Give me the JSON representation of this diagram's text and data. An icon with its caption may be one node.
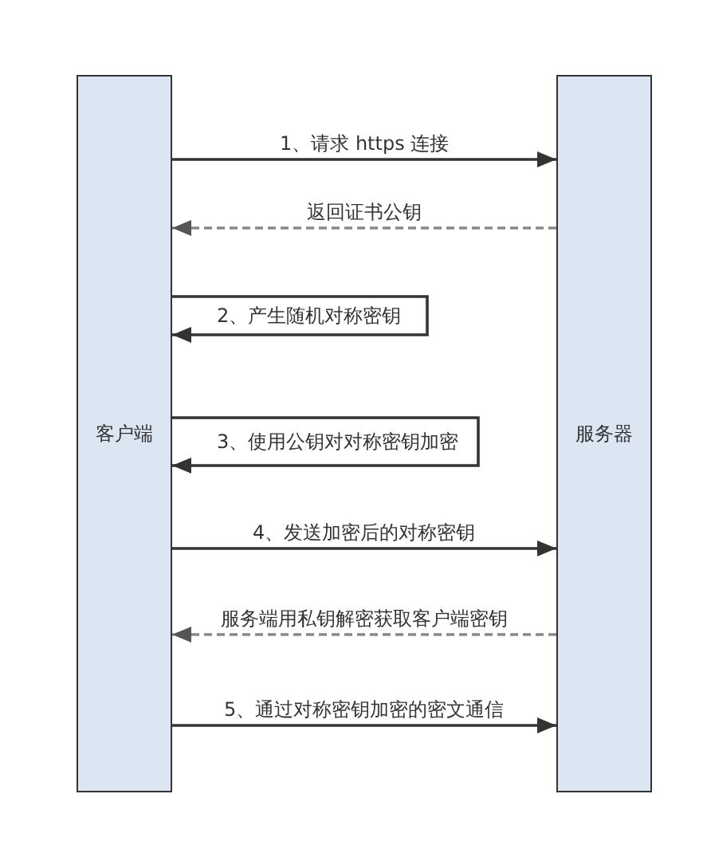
{
  "diagram": {
    "nodes": [
      {
        "text": [
          "客户端"
        ]
      },
      {
        "text": [
          "服务器"
        ]
      }
    ],
    "edges": [
      {
        "from": 0,
        "to": 1,
        "arrow": "to",
        "label": "1、请求 https 连接"
      },
      {
        "from": 1,
        "to": 0,
        "arrow": "to",
        "label": "返回证书公钥",
        "style": "dashed",
        "color": "#888888"
      },
      {
        "from": 0,
        "to": 0,
        "arrow": "to",
        "label": "2、产生随机对称密钥"
      },
      {
        "from": 0,
        "to": 0,
        "arrow": "to",
        "label": "3、使用公钥对对称密钥加密"
      },
      {
        "from": 0,
        "to": 1,
        "arrow": "to",
        "label": "4、发送加密后的对称密钥"
      },
      {
        "from": 1,
        "to": 0,
        "arrow": "to",
        "label": "服务端用私钥解密获取客户端密钥",
        "style": "dashed",
        "color": "#888888"
      },
      {
        "from": 0,
        "to": 1,
        "arrow": "to",
        "label": "5、通过对称密钥加密的密文通信"
      }
    ]
  }
}
